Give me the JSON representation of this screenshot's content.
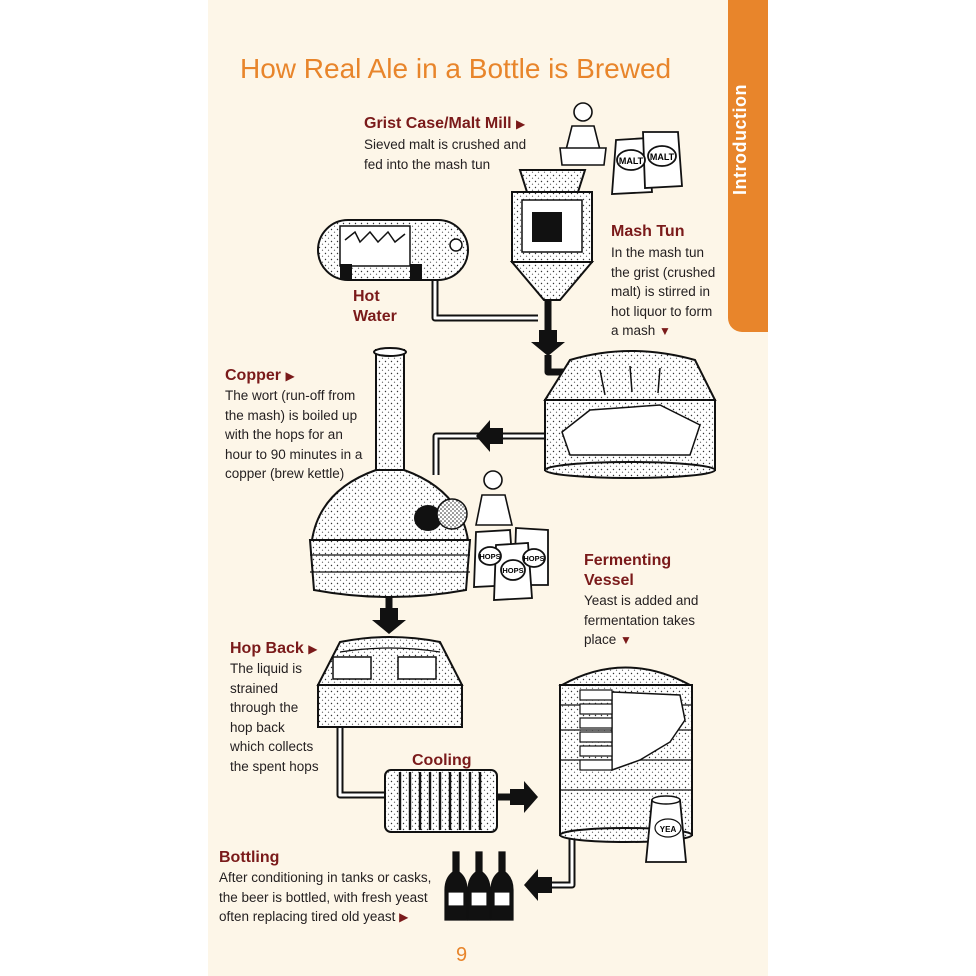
{
  "side_tab": "Introduction",
  "title": "How Real Ale in a Bottle is Brewed",
  "steps": {
    "grist": {
      "label": "Grist Case/Malt Mill",
      "desc_1": "Sieved malt is crushed and",
      "desc_2": "fed into the mash tun"
    },
    "mash": {
      "label": "Mash Tun",
      "desc_1": "In the mash tun",
      "desc_2": "the grist (crushed",
      "desc_3": "malt) is stirred in",
      "desc_4": "hot liquor to form",
      "desc_5": "a mash"
    },
    "hot_water": {
      "label_1": "Hot",
      "label_2": "Water"
    },
    "copper": {
      "label": "Copper",
      "desc_1": "The wort (run-off from",
      "desc_2": "the mash) is boiled up",
      "desc_3": "with the hops for an",
      "desc_4": "hour to 90 minutes in a",
      "desc_5": "copper (brew kettle)"
    },
    "fermenting": {
      "label_1": "Fermenting",
      "label_2": "Vessel",
      "desc_1": "Yeast is added and",
      "desc_2": "fermentation takes",
      "desc_3": "place"
    },
    "hop_back": {
      "label": "Hop Back",
      "desc_1": "The liquid is",
      "desc_2": "strained",
      "desc_3": "through the",
      "desc_4": "hop back",
      "desc_5": "which collects",
      "desc_6": "the spent hops"
    },
    "cooling": {
      "label": "Cooling"
    },
    "bottling": {
      "label": "Bottling",
      "desc_1": "After conditioning in tanks or casks,",
      "desc_2": "the beer is bottled, with fresh yeast",
      "desc_3": "often replacing tired old yeast"
    }
  },
  "sack_labels": {
    "malt_1": "MALT",
    "malt_2": "MALT",
    "hops_1": "HOPS",
    "hops_2": "HOPS",
    "hops_3": "HOPS",
    "yeast": "YEA"
  },
  "page_number": "9",
  "colors": {
    "accent": "#e8852b",
    "label": "#7a1a1a",
    "page": "#fdf6e8"
  }
}
